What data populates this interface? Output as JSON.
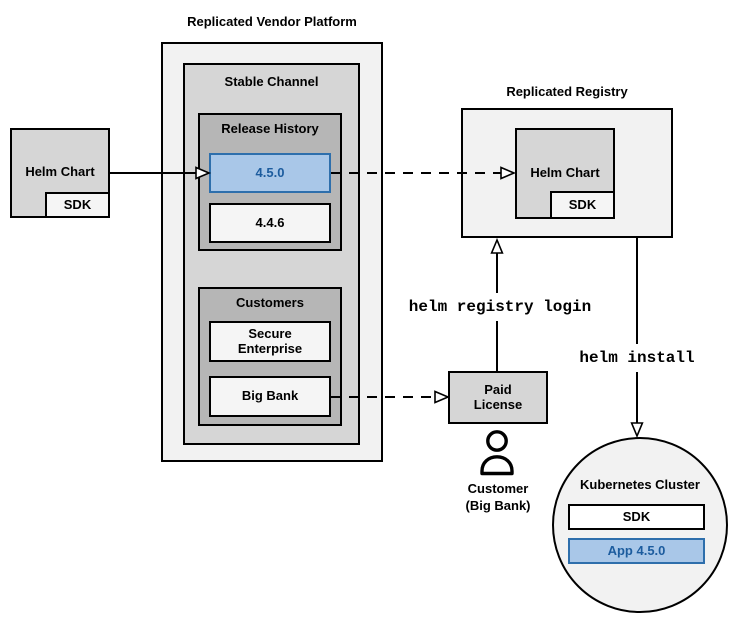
{
  "colors": {
    "highlight_fill": "#a9c7e8",
    "highlight_border": "#2e6fac",
    "highlight_text": "#1c5c9e"
  },
  "platform": {
    "title": "Replicated Vendor Platform",
    "stable_channel": {
      "title": "Stable Channel"
    },
    "release_history": {
      "title": "Release History",
      "releases": [
        {
          "version": "4.5.0",
          "highlighted": true
        },
        {
          "version": "4.4.6",
          "highlighted": false
        }
      ]
    },
    "customers": {
      "title": "Customers",
      "items": [
        {
          "name": "Secure Enterprise"
        },
        {
          "name": "Big Bank"
        }
      ]
    }
  },
  "source_helm_chart": {
    "label": "Helm Chart",
    "sdk": "SDK"
  },
  "registry": {
    "title": "Replicated Registry",
    "helm_chart": "Helm Chart",
    "sdk": "SDK"
  },
  "paid_license": {
    "label": "Paid License"
  },
  "customer": {
    "name": "Customer",
    "detail": "(Big Bank)"
  },
  "commands": {
    "registry_login": "helm registry login",
    "install": "helm install"
  },
  "kubernetes_cluster": {
    "title": "Kubernetes Cluster",
    "sdk": "SDK",
    "app": "App 4.5.0"
  }
}
